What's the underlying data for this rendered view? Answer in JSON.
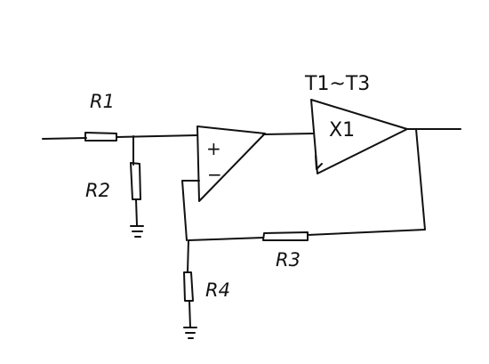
{
  "labels": {
    "r1": "R1",
    "r2": "R2",
    "r3": "R3",
    "r4": "R4",
    "x1": "X1",
    "x1_range": "T1~T3",
    "plus": "+",
    "minus": "−"
  }
}
